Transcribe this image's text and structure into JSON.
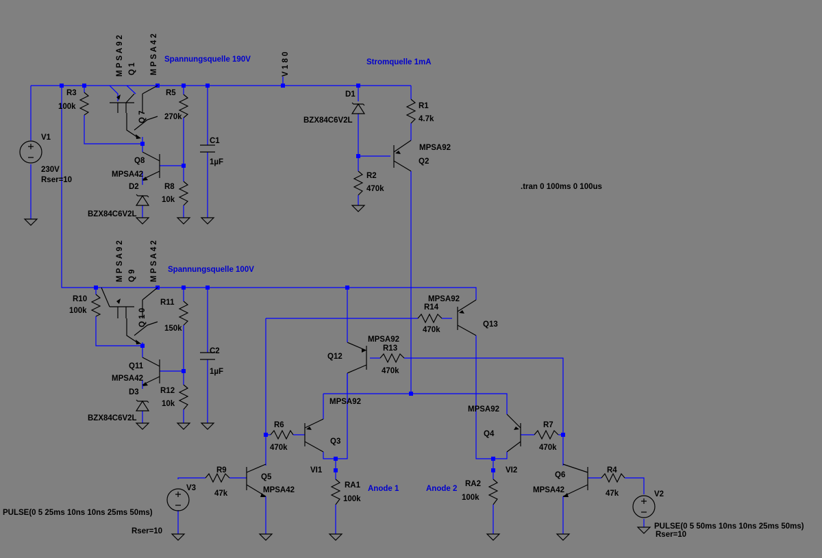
{
  "directive": ".tran 0 100ms 0 100us",
  "net_labels": {
    "spannungsquelle_190": "Spannungsquelle 190V",
    "spannungsquelle_100": "Spannungsquelle 100V",
    "stromquelle": "Stromquelle 1mA",
    "anode1": "Anode 1",
    "anode2": "Anode 2",
    "v180": "V 1 8 0",
    "vi1": "VI1",
    "vi2": "VI2"
  },
  "components": {
    "v1": {
      "name": "V1",
      "value": "230V",
      "extra": "Rser=10"
    },
    "v2": {
      "name": "V2",
      "value": "PULSE(0 5 50ms 10ns 10ns 25ms 50ms)",
      "extra": "Rser=10"
    },
    "v3": {
      "name": "V3",
      "value": "PULSE(0 5 25ms 10ns 10ns 25ms 50ms)",
      "extra": "Rser=10"
    },
    "r1": {
      "name": "R1",
      "value": "4.7k"
    },
    "r2": {
      "name": "R2",
      "value": "470k"
    },
    "r3": {
      "name": "R3",
      "value": "100k"
    },
    "r4": {
      "name": "R4",
      "value": "47k"
    },
    "r5": {
      "name": "R5",
      "value": "270k"
    },
    "r6": {
      "name": "R6",
      "value": "470k"
    },
    "r7": {
      "name": "R7",
      "value": "470k"
    },
    "r8": {
      "name": "R8",
      "value": "10k"
    },
    "r9": {
      "name": "R9",
      "value": "47k"
    },
    "r10": {
      "name": "R10",
      "value": "100k"
    },
    "r11": {
      "name": "R11",
      "value": "150k"
    },
    "r12": {
      "name": "R12",
      "value": "10k"
    },
    "r13": {
      "name": "R13",
      "value": "470k"
    },
    "r14": {
      "name": "R14",
      "value": "470k"
    },
    "ra1": {
      "name": "RA1",
      "value": "100k"
    },
    "ra2": {
      "name": "RA2",
      "value": "100k"
    },
    "c1": {
      "name": "C1",
      "value": "1µF"
    },
    "c2": {
      "name": "C2",
      "value": "1µF"
    },
    "d1": {
      "name": "D1",
      "value": "BZX84C6V2L"
    },
    "d2": {
      "name": "D2",
      "value": "BZX84C6V2L"
    },
    "d3": {
      "name": "D3",
      "value": "BZX84C6V2L"
    },
    "q1": {
      "name": "Q 1",
      "value": "M P S A 9 2"
    },
    "q7": {
      "name": "Q 7",
      "value": "M P S A 4 2"
    },
    "q9": {
      "name": "Q 9",
      "value": "M P S A 9 2"
    },
    "q10": {
      "name": "Q 1 0",
      "value": "M P S A 4 2"
    },
    "q8": {
      "name": "Q8",
      "value": "MPSA42"
    },
    "q11": {
      "name": "Q11",
      "value": "MPSA42"
    },
    "q2": {
      "name": "Q2",
      "value": "MPSA92"
    },
    "q12": {
      "name": "Q12",
      "value": "MPSA92"
    },
    "q13": {
      "name": "Q13",
      "value": "MPSA92"
    },
    "q3": {
      "name": "Q3",
      "value": "MPSA92"
    },
    "q4": {
      "name": "Q4",
      "value": "MPSA92"
    },
    "q5": {
      "name": "Q5",
      "value": "MPSA42"
    },
    "q6": {
      "name": "Q6",
      "value": "MPSA42"
    }
  },
  "colors": {
    "background": "#808080",
    "wire": "#0000ff",
    "component": "#000000",
    "net_label": "#0000cc"
  }
}
